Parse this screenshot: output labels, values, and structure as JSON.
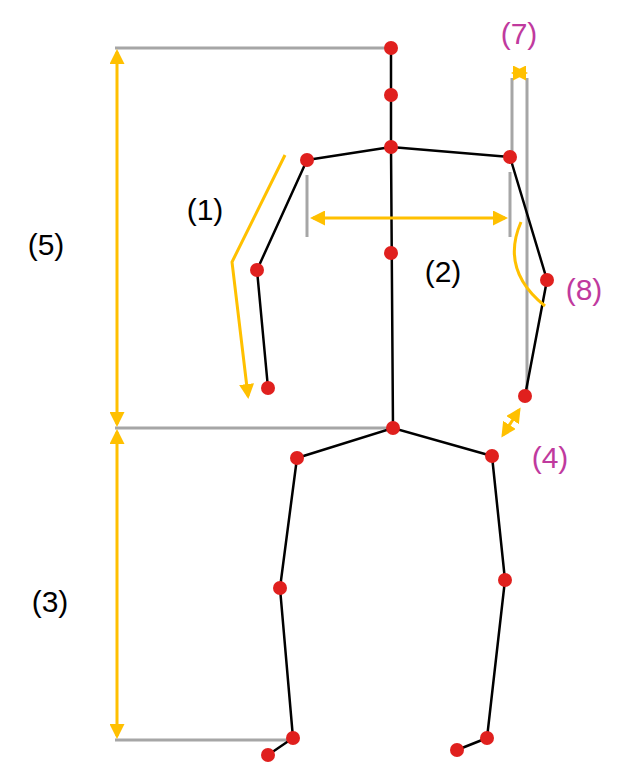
{
  "diagram": {
    "labels": [
      "(7)",
      "(1)",
      "(5)",
      "(2)",
      "(8)",
      "(4)",
      "(3)"
    ]
  }
}
